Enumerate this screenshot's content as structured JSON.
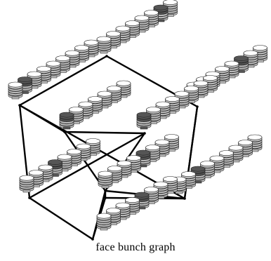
{
  "caption": "face bunch graph",
  "colors": {
    "edge": "#000000",
    "jet_light": "#ffffff",
    "jet_dark": "#555555",
    "jet_stroke": "#222222",
    "jet_shadow": "#bbbbbb"
  },
  "graph": {
    "node_ids": [
      "n1",
      "n2",
      "n3",
      "n4",
      "n5",
      "n6",
      "n7",
      "n8",
      "n9",
      "n10"
    ],
    "edges": [
      [
        "n1",
        "n2"
      ],
      [
        "n1",
        "n3"
      ],
      [
        "n2",
        "n4"
      ],
      [
        "n2",
        "n5"
      ],
      [
        "n3",
        "n5"
      ],
      [
        "n4",
        "n6"
      ],
      [
        "n2",
        "n7"
      ],
      [
        "n7",
        "n8"
      ],
      [
        "n8",
        "n4"
      ],
      [
        "n7",
        "n9"
      ],
      [
        "n8",
        "n9"
      ],
      [
        "n6",
        "n10"
      ],
      [
        "n10",
        "n9"
      ],
      [
        "n10",
        "n5"
      ],
      [
        "n9",
        "n5"
      ],
      [
        "n6",
        "n9"
      ],
      [
        "n3",
        "n5"
      ]
    ]
  },
  "bunches": [
    {
      "id": "bunch-top",
      "dark_index": 6
    },
    {
      "id": "bunch-upper-left",
      "dark_index": 1
    },
    {
      "id": "bunch-upper-right",
      "dark_index": 5
    },
    {
      "id": "bunch-center-left",
      "dark_index": 0
    },
    {
      "id": "bunch-center-right",
      "dark_index": 0
    },
    {
      "id": "bunch-lower-left",
      "dark_index": 3
    },
    {
      "id": "bunch-mid-right",
      "dark_index": 4
    },
    {
      "id": "bunch-lower-right",
      "dark_index": 2
    },
    {
      "id": "bunch-bottom",
      "dark_index": 4
    }
  ]
}
